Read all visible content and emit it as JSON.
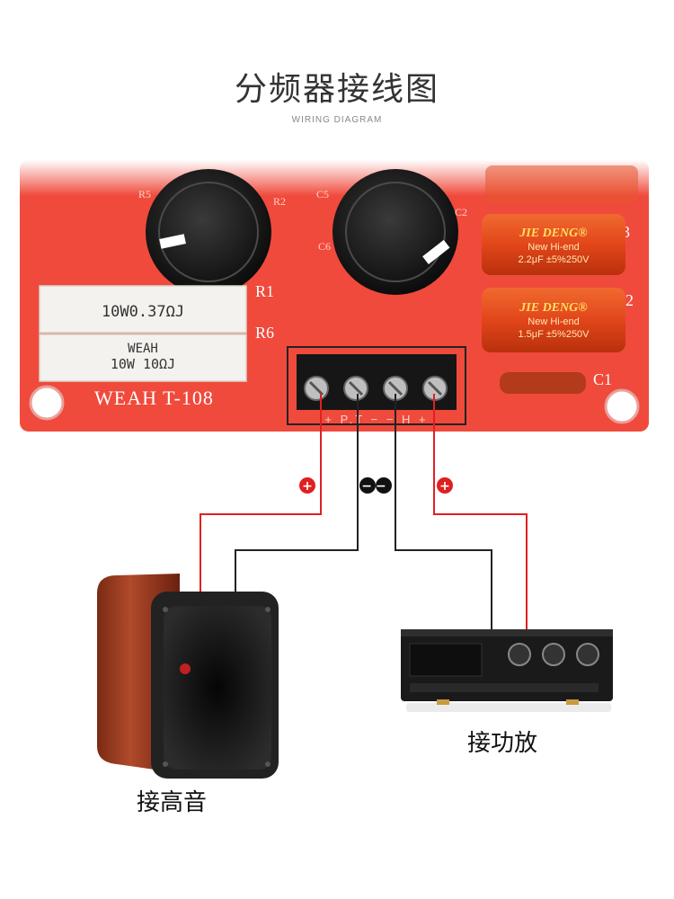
{
  "header": {
    "title": "分频器接线图",
    "subtitle": "WIRING DIAGRAM"
  },
  "board": {
    "model": "WEAH T-108",
    "resistor_top": "10W0.37ΩJ",
    "resistor_bottom_brand": "WEAH",
    "resistor_bottom": "10W 10ΩJ",
    "cap_top_brand": "JIE DENG®",
    "cap_top_line": "New Hi-end",
    "cap_top_value": "2.2μF ±5%250V",
    "cap_bottom_brand": "JIE DENG®",
    "cap_bottom_line": "New Hi-end",
    "cap_bottom_value": "1.5μF ±5%250V",
    "silk_r1": "R1",
    "silk_r6": "R6",
    "silk_c1": "C1",
    "silk_r5": "R5",
    "silk_r2": "R2",
    "silk_c5": "C5",
    "silk_c2": "C2",
    "silk_c6": "C6",
    "silk_3": "3",
    "silk_2": "2",
    "terminal_label": "+ P.T − − H +"
  },
  "wiring": {
    "plus_left": "+",
    "minus_pair": "−−",
    "plus_right": "+",
    "colors": {
      "positive": "#e02020",
      "negative": "#222222",
      "board": "#f04a3c"
    }
  },
  "labels": {
    "amplifier": "接功放",
    "tweeter": "接高音"
  }
}
